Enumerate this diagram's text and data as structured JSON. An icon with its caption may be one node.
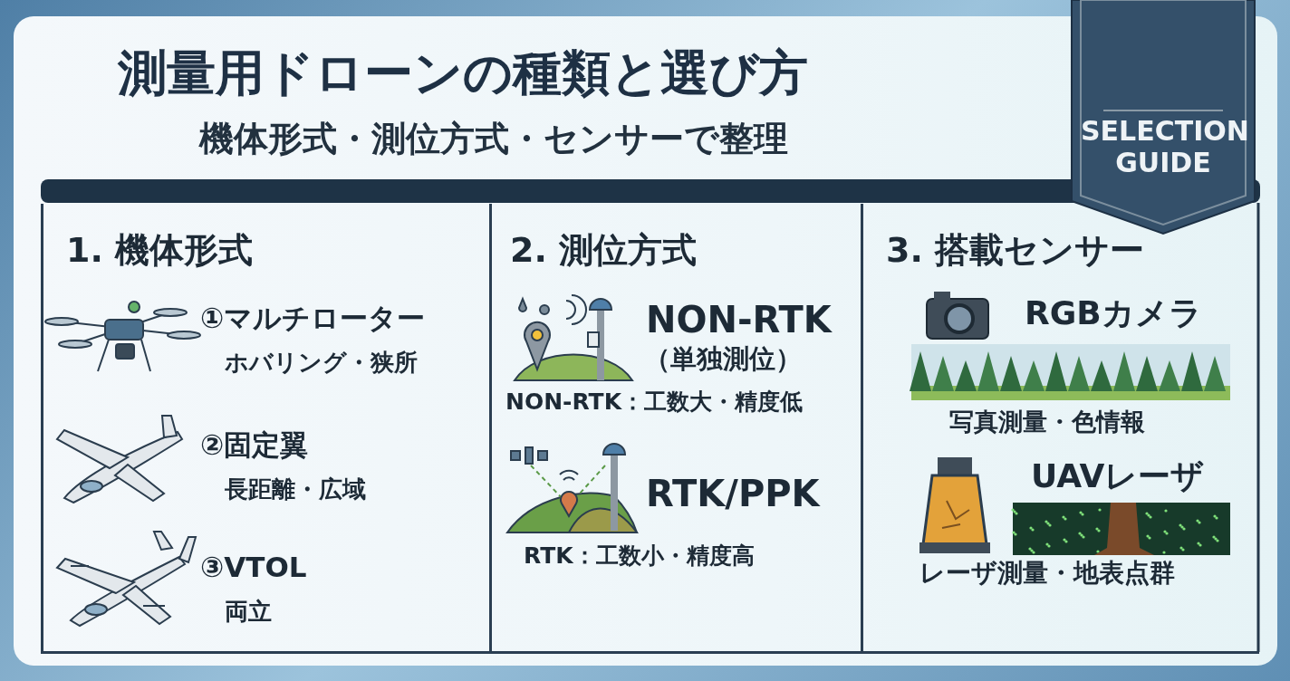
{
  "diagram": {
    "nodes": [
      {
        "text": [
          "測量用ドローンの種類と選び方",
          "機体形式・測位方式・センサーで整理"
        ]
      },
      {
        "text": [
          "SELECTION GUIDE"
        ]
      },
      {
        "text": [
          "1. 機体形式"
        ]
      },
      {
        "text": [
          "2. 測位方式"
        ]
      },
      {
        "text": [
          "3. 搭載センサー"
        ]
      },
      {
        "text": [
          "①マルチローター",
          "ホバリング・狭所"
        ],
        "in": 2
      },
      {
        "text": [
          "②固定翼",
          "長距離・広域"
        ],
        "in": 2
      },
      {
        "text": [
          "③VTOL",
          "両立"
        ],
        "in": 2
      },
      {
        "text": [
          "NON-RTK",
          "（単独測位）",
          "NON-RTK：工数大・精度低"
        ],
        "in": 3
      },
      {
        "text": [
          "RTK/PPK",
          "RTK：工数小・精度高"
        ],
        "in": 3
      },
      {
        "text": [
          "RGBカメラ",
          "写真測量・色情報"
        ],
        "in": 4
      },
      {
        "text": [
          "UAVレーザ",
          "レーザ測量・地表点群"
        ],
        "in": 4
      }
    ]
  }
}
